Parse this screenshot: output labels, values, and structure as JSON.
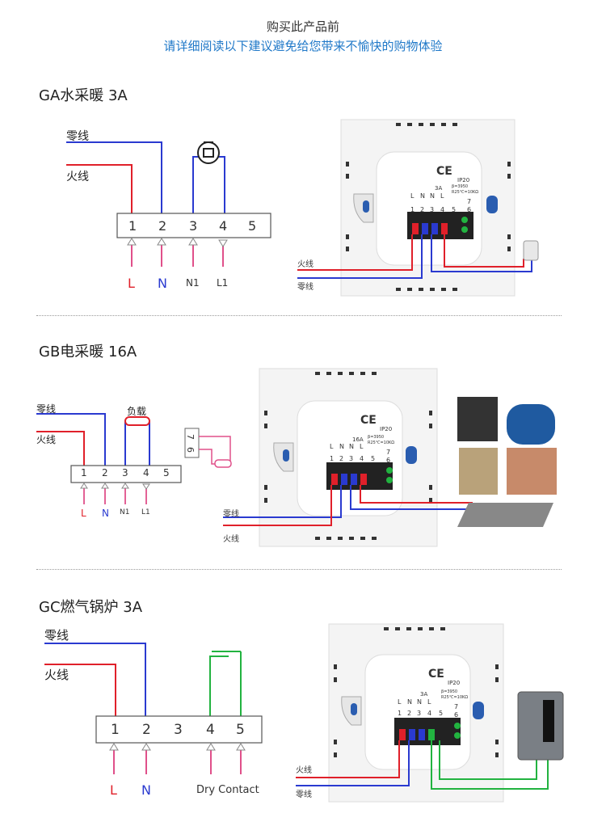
{
  "header": {
    "line1": "购买此产品前",
    "line2": "请详细阅读以下建议避免给您带来不愉快的购物体验"
  },
  "colors": {
    "live_wire": "#e0202a",
    "neutral_wire": "#2a3ad0",
    "dry_contact_wire": "#22b340",
    "pink_arrow": "#e0508a",
    "header_accent": "#1f78c8"
  },
  "sections": [
    {
      "title": "GA水采暖 3A",
      "neutral_label": "零线",
      "live_label": "火线",
      "terminals": [
        "1",
        "2",
        "3",
        "4",
        "5"
      ],
      "bottom_labels": [
        "L",
        "N",
        "N1",
        "L1"
      ],
      "device_live_label": "火线",
      "device_neutral_label": "零线",
      "device_rating": "3A"
    },
    {
      "title": "GB电采暖 16A",
      "neutral_label": "零线",
      "live_label": "火线",
      "load_label": "负载",
      "terminals": [
        "1",
        "2",
        "3",
        "4",
        "5"
      ],
      "side_terminals": [
        "7",
        "6"
      ],
      "bottom_labels": [
        "L",
        "N",
        "N1",
        "L1"
      ],
      "device_live_label": "火线",
      "device_neutral_label": "零线",
      "device_rating": "16A"
    },
    {
      "title": "GC燃气锅炉 3A",
      "neutral_label": "零线",
      "live_label": "火线",
      "terminals": [
        "1",
        "2",
        "3",
        "4",
        "5"
      ],
      "bottom_labels": [
        "L",
        "N",
        "Dry Contact"
      ],
      "device_live_label": "火线",
      "device_neutral_label": "零线",
      "device_rating": "3A"
    }
  ],
  "device": {
    "ce_mark": "CE",
    "ip_rating": "IP20",
    "terminal_letters": [
      "L",
      "N",
      "N",
      "L"
    ],
    "terminal_numbers": [
      "1",
      "2",
      "3",
      "4",
      "5"
    ],
    "spec_line1": "β=3950",
    "spec_line2": "R25℃=10KΩ",
    "extra_numbers": [
      "7",
      "6"
    ]
  }
}
